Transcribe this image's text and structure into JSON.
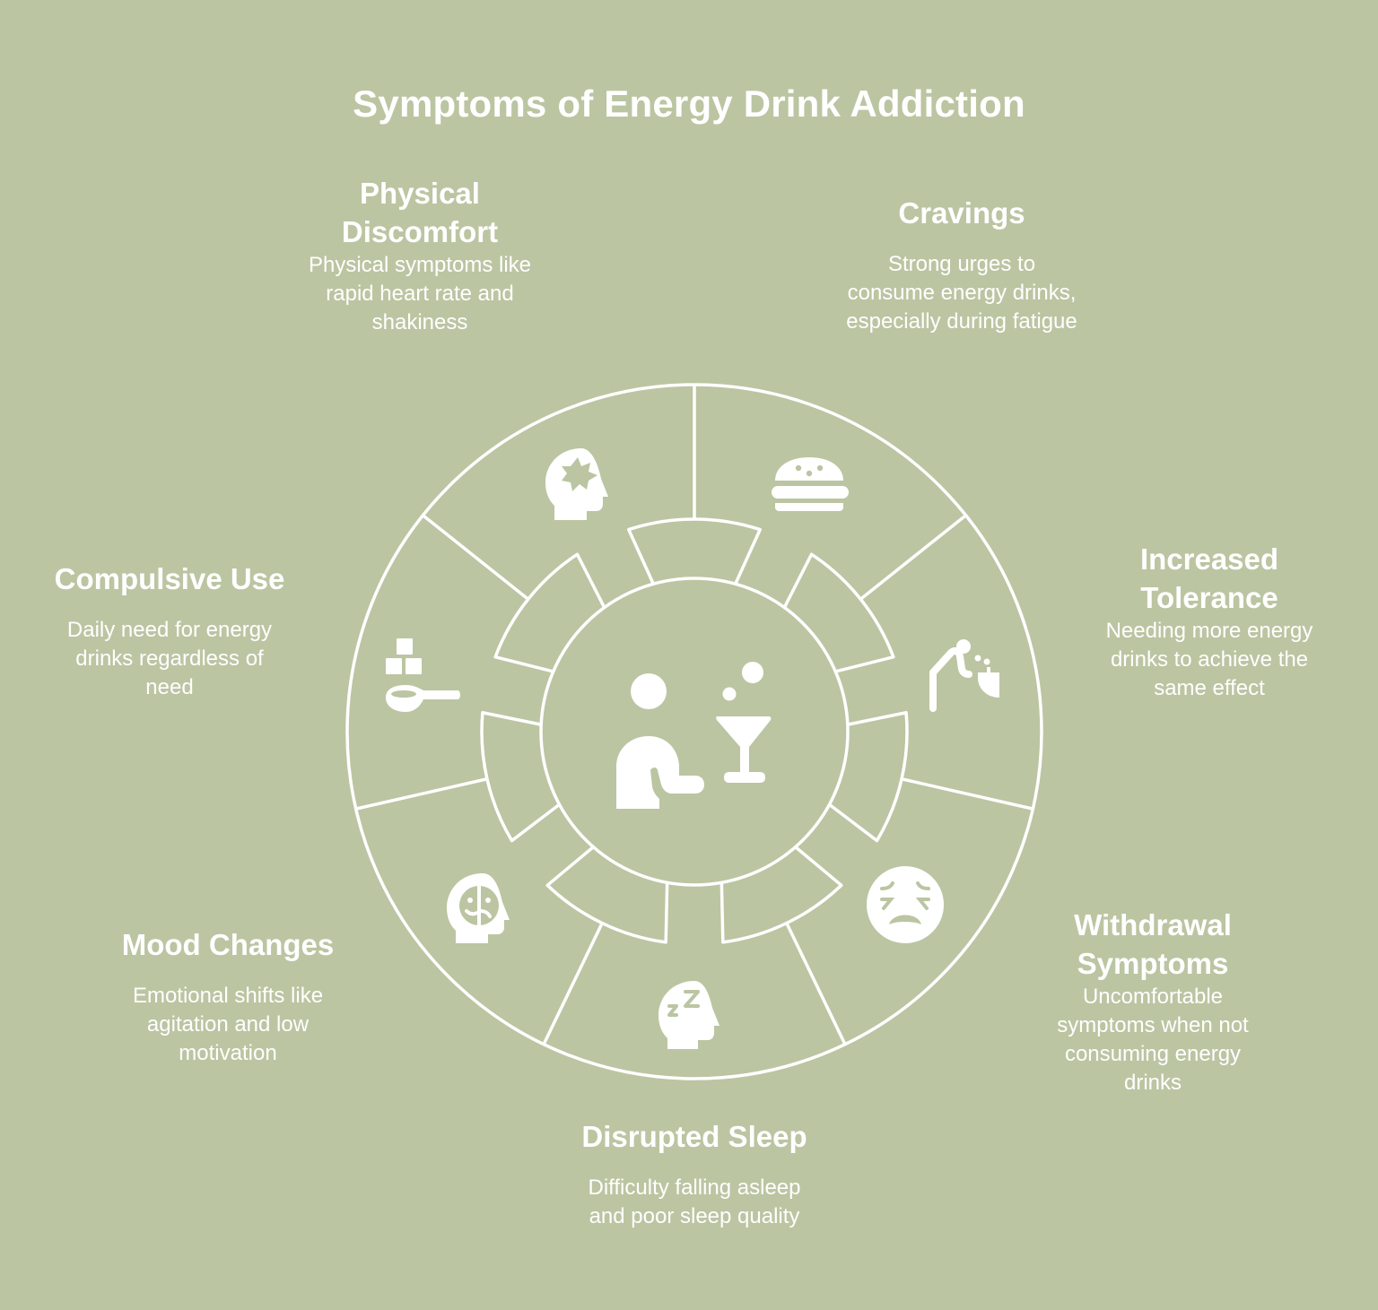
{
  "title": "Symptoms of Energy Drink Addiction",
  "colors": {
    "background": "#bbc5a2",
    "foreground": "#ffffff"
  },
  "center": {
    "icon": "person-with-cocktail-icon"
  },
  "segments": [
    {
      "title": "Physical Discomfort",
      "title_lines": [
        "Physical",
        "Discomfort"
      ],
      "description_lines": [
        "Physical symptoms like",
        "rapid heart rate and",
        "shakiness"
      ],
      "icon": "head-with-burst-icon"
    },
    {
      "title": "Cravings",
      "title_lines": [
        "Cravings"
      ],
      "description_lines": [
        "Strong urges to",
        "consume energy drinks,",
        "especially during fatigue"
      ],
      "icon": "burger-icon"
    },
    {
      "title": "Increased Tolerance",
      "title_lines": [
        "Increased",
        "Tolerance"
      ],
      "description_lines": [
        "Needing more energy",
        "drinks to achieve the",
        "same effect"
      ],
      "icon": "person-bending-over-bowl-icon"
    },
    {
      "title": "Withdrawal Symptoms",
      "title_lines": [
        "Withdrawal",
        "Symptoms"
      ],
      "description_lines": [
        "Uncomfortable",
        "symptoms when not",
        "consuming energy",
        "drinks"
      ],
      "icon": "weary-face-icon"
    },
    {
      "title": "Disrupted Sleep",
      "title_lines": [
        "Disrupted Sleep"
      ],
      "description_lines": [
        "Difficulty falling asleep",
        "and poor sleep quality"
      ],
      "icon": "head-sleeping-zzz-icon"
    },
    {
      "title": "Mood Changes",
      "title_lines": [
        "Mood Changes"
      ],
      "description_lines": [
        "Emotional shifts like",
        "agitation and low",
        "motivation"
      ],
      "icon": "head-two-faces-icon"
    },
    {
      "title": "Compulsive Use",
      "title_lines": [
        "Compulsive Use"
      ],
      "description_lines": [
        "Daily need for energy",
        "drinks regardless of",
        "need"
      ],
      "icon": "sugar-cubes-spoon-icon"
    }
  ]
}
